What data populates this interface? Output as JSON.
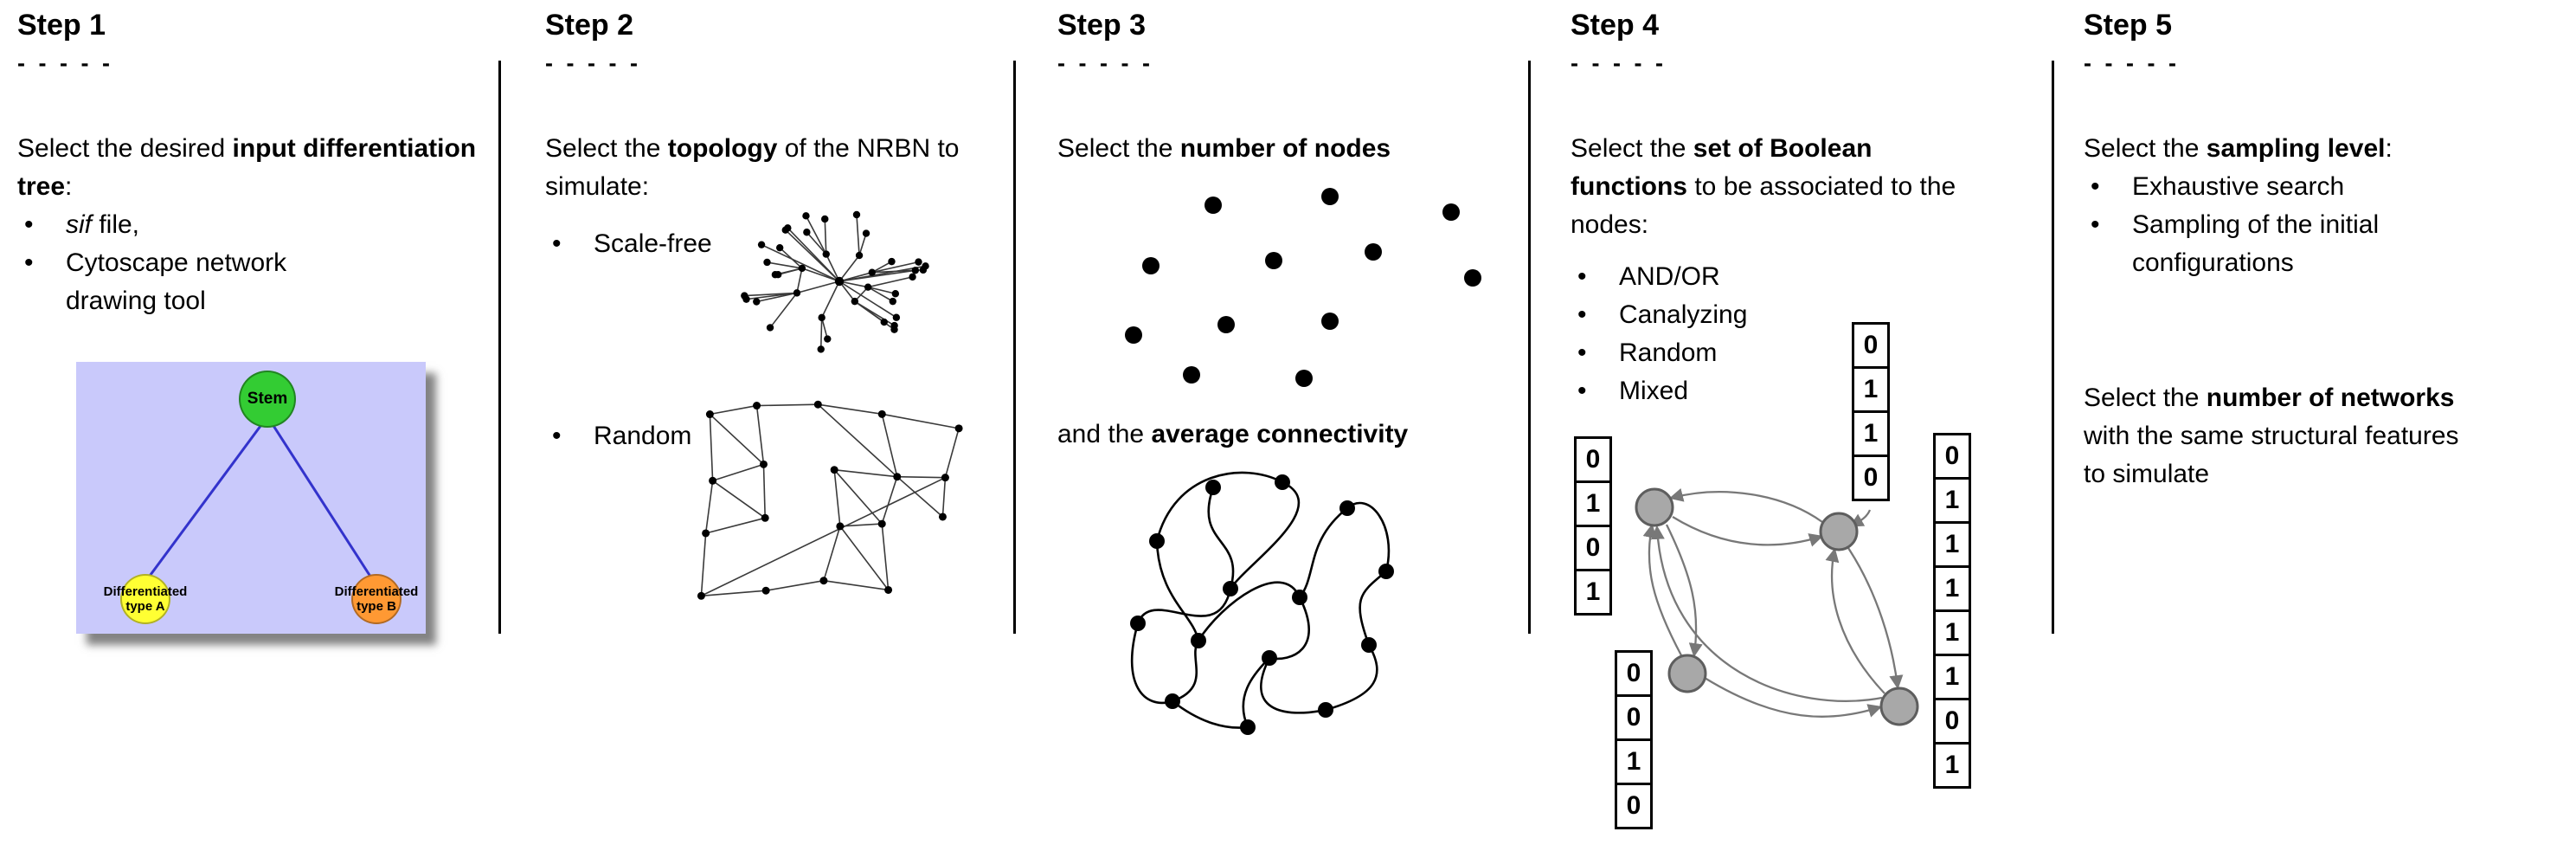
{
  "page": {
    "background": "#ffffff"
  },
  "steps": [
    {
      "title": "Step 1",
      "dashes": "- - - - -",
      "intro": {
        "t1": "Select the desired ",
        "t2": "input differentiation tree",
        "t3": ":"
      },
      "bullet1": {
        "t1": "sif",
        "t2": " file,"
      },
      "bullet2": "Cytoscape network drawing tool",
      "tree": {
        "stem": "Stem",
        "type_a": "Differentiated\ntype A",
        "type_b": "Differentiated\ntype B",
        "colors": {
          "background": "#c9c9fb",
          "stem": "#33cc33",
          "type_a": "#ffff33",
          "type_b": "#ff9933",
          "edge": "#3333cc"
        }
      }
    },
    {
      "title": "Step 2",
      "dashes": "- - - - -",
      "intro": {
        "t1": "Select the ",
        "t2": "topology",
        "t3": " of the NRBN to simulate:"
      },
      "bullet1": "Scale-free",
      "bullet2": "Random"
    },
    {
      "title": "Step 3",
      "dashes": "- - - - -",
      "line1": {
        "t1": "Select the ",
        "t2": "number of nodes"
      },
      "line2": {
        "t1": "and the ",
        "t2": "average connectivity"
      }
    },
    {
      "title": "Step 4",
      "dashes": "- - - - -",
      "intro": {
        "t1": "Select the ",
        "t2": "set of Boolean functions",
        "t3": " to be associated to the nodes:"
      },
      "bullets": [
        "AND/OR",
        "Canalyzing",
        "Random",
        "Mixed"
      ],
      "graphic": {
        "node_fill": "#a8a8a8"
      },
      "truth_tables": {
        "left": [
          "0",
          "1",
          "0",
          "1"
        ],
        "top": [
          "0",
          "1",
          "1",
          "0"
        ],
        "right": [
          "0",
          "1",
          "1",
          "1",
          "1",
          "1",
          "0",
          "1"
        ],
        "bottom": [
          "0",
          "0",
          "1",
          "0"
        ]
      }
    },
    {
      "title": "Step 5",
      "dashes": "- - - - -",
      "line1": {
        "t1": "Select the ",
        "t2": "sampling level",
        "t3": ":"
      },
      "bullets": [
        "Exhaustive search",
        "Sampling of the initial configurations"
      ],
      "line2": {
        "t1": "Select the ",
        "t2": "number of networks",
        "t3": " with the same structural features to simulate"
      }
    }
  ]
}
